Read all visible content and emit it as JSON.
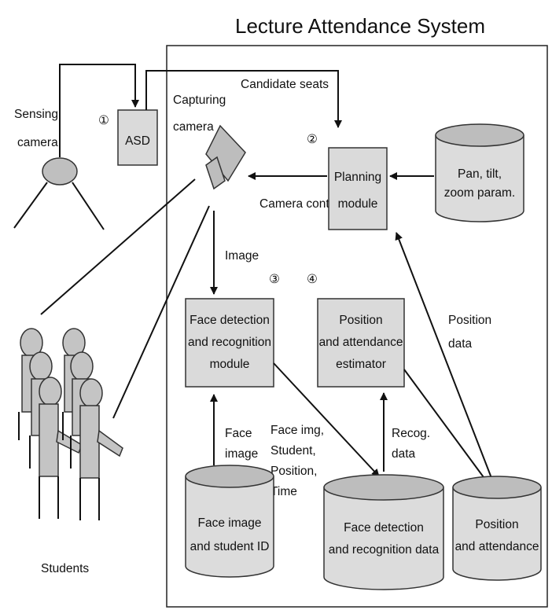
{
  "title": "Lecture Attendance System",
  "steps": {
    "s1": "①",
    "s2": "②",
    "s3": "③",
    "s4": "④"
  },
  "sensing_camera": {
    "line1": "Sensing",
    "line2": "camera"
  },
  "asd": {
    "label": "ASD"
  },
  "capturing_camera": {
    "line1": "Capturing",
    "line2": "camera"
  },
  "candidate_seats": "Candidate seats",
  "camera_control": "Camera control",
  "planning_module": {
    "line1": "Planning",
    "line2": "module"
  },
  "ptz_params": {
    "line1": "Pan, tilt,",
    "line2": "zoom param."
  },
  "image_label": "Image",
  "face_module": {
    "line1": "Face detection",
    "line2": "and recognition",
    "line3": "module"
  },
  "estimator": {
    "line1": "Position",
    "line2": "and attendance",
    "line3": "estimator"
  },
  "position_data": {
    "line1": "Position",
    "line2": "data"
  },
  "face_image_label": {
    "line1": "Face",
    "line2": "image"
  },
  "face_img_info": {
    "line1": "Face img,",
    "line2": "Student,",
    "line3": "Position,",
    "line4": "Time"
  },
  "recog_data": {
    "line1": "Recog.",
    "line2": "data"
  },
  "db_face_image": {
    "line1": "Face image",
    "line2": "and student ID"
  },
  "db_face_detection": {
    "line1": "Face detection",
    "line2": "and recognition data"
  },
  "db_position": {
    "line1": "Position",
    "line2": "and attendance"
  },
  "students": "Students"
}
